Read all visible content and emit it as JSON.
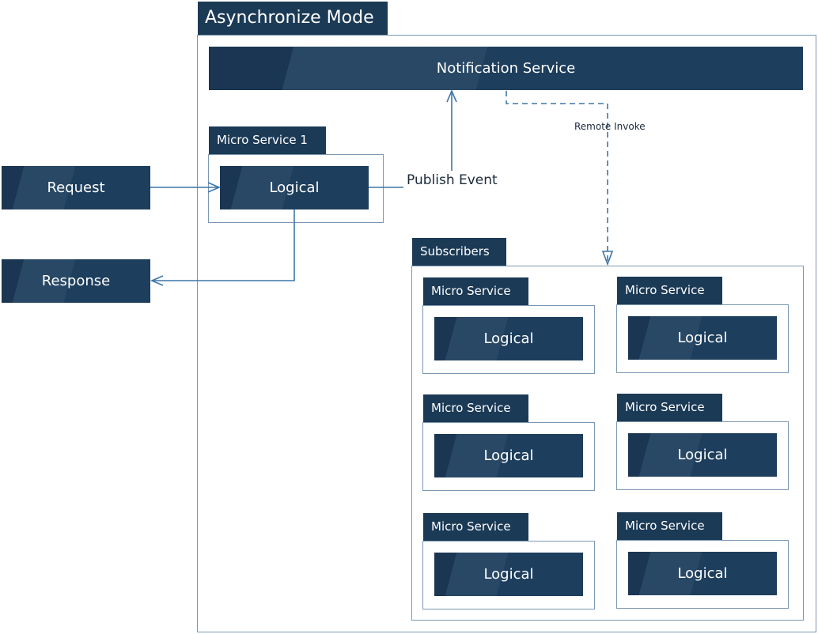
{
  "colors": {
    "block": "#1d3e5d",
    "tab": "#1b3a56",
    "frame_border": "#7a97b3",
    "connector": "#3d77a8"
  },
  "async_mode": {
    "title": "Asynchronize Mode"
  },
  "notification_service": {
    "label": "Notification Service"
  },
  "micro_service_1": {
    "title": "Micro Service 1",
    "logic_label": "Logical"
  },
  "request": {
    "label": "Request"
  },
  "response": {
    "label": "Response"
  },
  "subscribers": {
    "title": "Subscribers",
    "items": [
      {
        "title": "Micro Service",
        "logic_label": "Logical"
      },
      {
        "title": "Micro Service",
        "logic_label": "Logical"
      },
      {
        "title": "Micro Service",
        "logic_label": "Logical"
      },
      {
        "title": "Micro Service",
        "logic_label": "Logical"
      },
      {
        "title": "Micro Service",
        "logic_label": "Logical"
      },
      {
        "title": "Micro Service",
        "logic_label": "Logical"
      }
    ]
  },
  "connectors": {
    "publish_event": "Publish Event",
    "remote_invoke": "Remote Invoke"
  }
}
